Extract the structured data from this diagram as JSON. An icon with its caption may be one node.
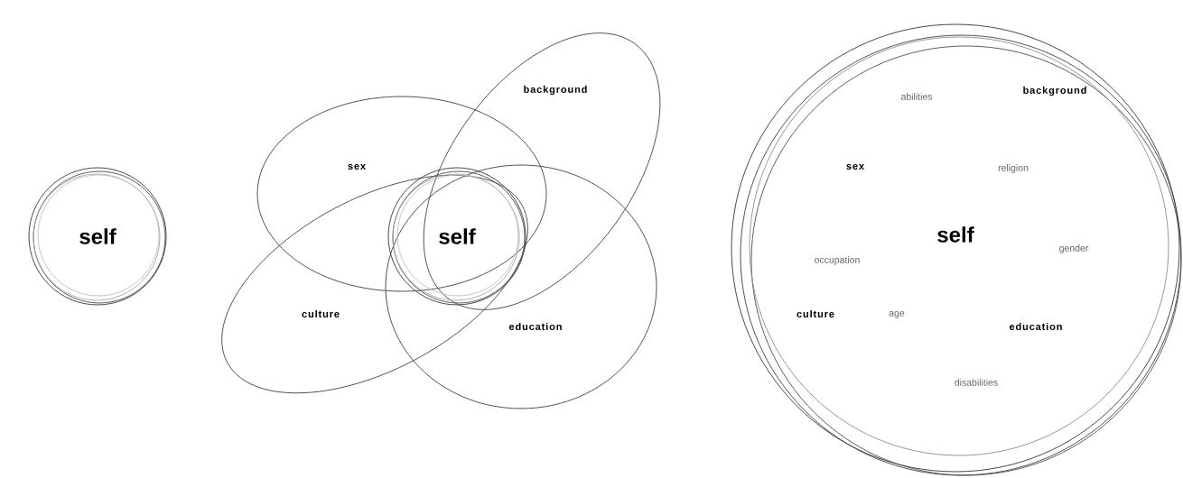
{
  "diagram": {
    "nodes": [
      {
        "text": [
          "self"
        ]
      },
      {
        "text": [
          "sex"
        ]
      },
      {
        "text": [
          "background"
        ]
      },
      {
        "text": [
          "culture"
        ]
      },
      {
        "text": [
          "education"
        ]
      },
      {
        "text": [
          "self"
        ]
      },
      {
        "text": [
          "abilities",
          "background",
          "sex",
          "religion",
          "self",
          "gender",
          "occupation",
          "culture",
          "age",
          "education",
          "disabilities"
        ]
      }
    ]
  }
}
